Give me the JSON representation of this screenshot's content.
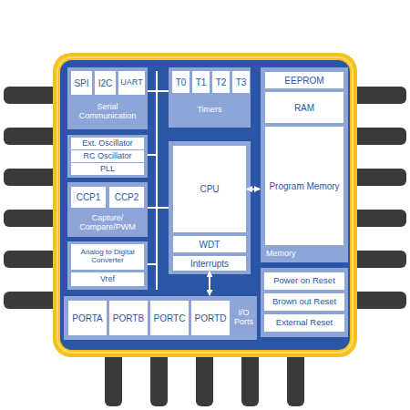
{
  "diagram": {
    "nodes": [
      {
        "text": [
          "Serial Communication"
        ]
      },
      {
        "text": [
          "SPI"
        ],
        "in": 0
      },
      {
        "text": [
          "I2C"
        ],
        "in": 0
      },
      {
        "text": [
          "UART"
        ],
        "in": 0
      },
      {
        "text": [
          "Timers"
        ]
      },
      {
        "text": [
          "T0"
        ],
        "in": 4
      },
      {
        "text": [
          "T1"
        ],
        "in": 4
      },
      {
        "text": [
          "T2"
        ],
        "in": 4
      },
      {
        "text": [
          "T3"
        ],
        "in": 4
      },
      {
        "text": [
          "Memory"
        ]
      },
      {
        "text": [
          "EEPROM"
        ],
        "in": 9
      },
      {
        "text": [
          "RAM"
        ],
        "in": 9
      },
      {
        "text": [
          "Program Memory"
        ],
        "in": 9
      },
      {
        "text": [
          "Ext. Oscillator"
        ]
      },
      {
        "text": [
          "RC Oscillator"
        ]
      },
      {
        "text": [
          "PLL"
        ]
      },
      {
        "text": [
          "CPU"
        ]
      },
      {
        "text": [
          "Capture/ Compare/PWM"
        ]
      },
      {
        "text": [
          "CCP1"
        ],
        "in": 17
      },
      {
        "text": [
          "CCP2"
        ],
        "in": 17
      },
      {
        "text": [
          "WDT"
        ]
      },
      {
        "text": [
          "Interrupts"
        ]
      },
      {
        "text": [
          "Analog to Digital Converter"
        ]
      },
      {
        "text": [
          "Vref"
        ]
      },
      {
        "text": [
          "Power on Reset"
        ]
      },
      {
        "text": [
          "Brown out Reset"
        ]
      },
      {
        "text": [
          "External Reset"
        ]
      },
      {
        "text": [
          "I/O Ports"
        ]
      },
      {
        "text": [
          "PORTA"
        ],
        "in": 27
      },
      {
        "text": [
          "PORTB"
        ],
        "in": 27
      },
      {
        "text": [
          "PORTC"
        ],
        "in": 27
      },
      {
        "text": [
          "PORTD"
        ],
        "in": 27
      }
    ],
    "edges": [
      {
        "from": 16,
        "to": 9,
        "arrow": "both"
      },
      {
        "from": 21,
        "to": 27,
        "arrow": "both"
      }
    ]
  }
}
